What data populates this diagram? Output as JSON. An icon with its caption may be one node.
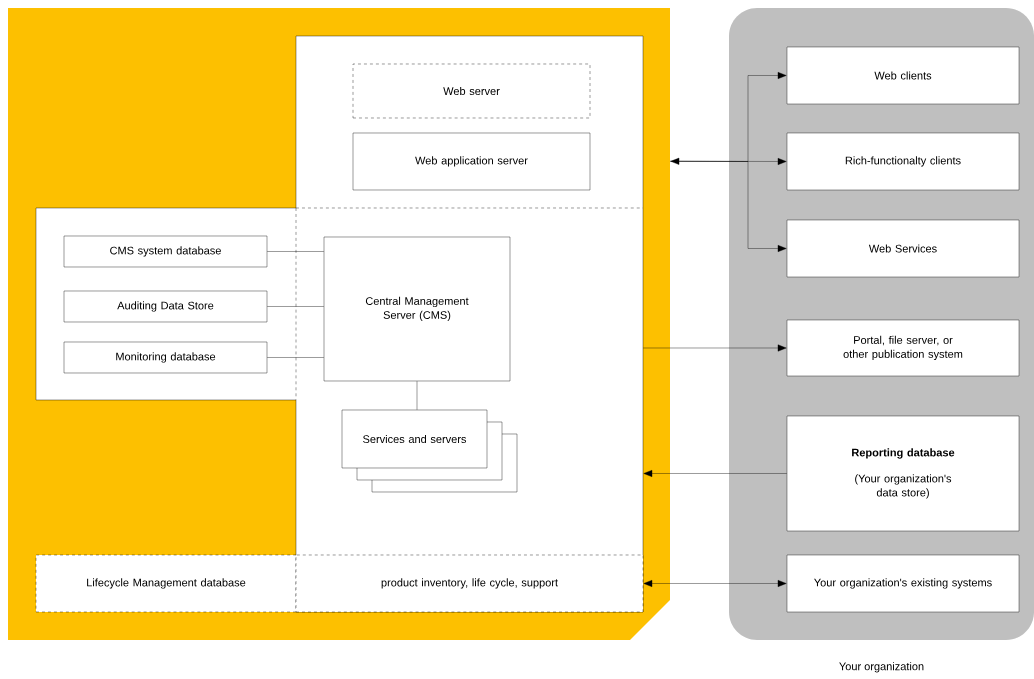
{
  "diagram": {
    "nodes": [
      {
        "text": [],
        "shape": "box"
      },
      {
        "text": [],
        "shape": "box",
        "in": 0
      },
      {
        "text": [
          "Web server"
        ],
        "in": 1
      },
      {
        "text": [
          "Web application server"
        ],
        "in": 1
      },
      {
        "text": [
          "CMS system database"
        ],
        "in": 1
      },
      {
        "text": [
          "Auditing Data Store"
        ],
        "in": 1
      },
      {
        "text": [
          "Monitoring database"
        ],
        "in": 1
      },
      {
        "text": [
          "Central Management Server (CMS)"
        ],
        "in": 1
      },
      {
        "text": [
          "Services and servers"
        ],
        "in": 1
      },
      {
        "text": [
          "Lifecycle Management database"
        ],
        "in": 0
      },
      {
        "text": [
          "product inventory, life cycle, support"
        ],
        "in": 1
      },
      {
        "text": [
          "Your organization"
        ]
      },
      {
        "text": [
          "Web clients"
        ],
        "in": 11
      },
      {
        "text": [
          "Rich-functionalty clients"
        ],
        "in": 11
      },
      {
        "text": [
          "Web Services"
        ],
        "in": 11
      },
      {
        "text": [
          "Portal, file server, or other publication system"
        ],
        "in": 11
      },
      {
        "text": [
          "Reporting database",
          "(Your organization's data store)"
        ],
        "in": 11
      },
      {
        "text": [
          "Your organization's existing systems"
        ],
        "in": 11
      }
    ],
    "edges": [
      {
        "from": 4,
        "to": 7,
        "arrow": "none"
      },
      {
        "from": 5,
        "to": 7,
        "arrow": "none"
      },
      {
        "from": 6,
        "to": 7,
        "arrow": "none"
      },
      {
        "from": 7,
        "to": 8,
        "arrow": "none"
      },
      {
        "from": 0,
        "to": 12,
        "arrow": "to"
      },
      {
        "from": 0,
        "to": 13,
        "arrow": "both"
      },
      {
        "from": 0,
        "to": 14,
        "arrow": "to"
      },
      {
        "from": 1,
        "to": 15,
        "arrow": "to"
      },
      {
        "from": 16,
        "to": 1,
        "arrow": "to"
      },
      {
        "from": 10,
        "to": 17,
        "arrow": "both"
      }
    ]
  }
}
